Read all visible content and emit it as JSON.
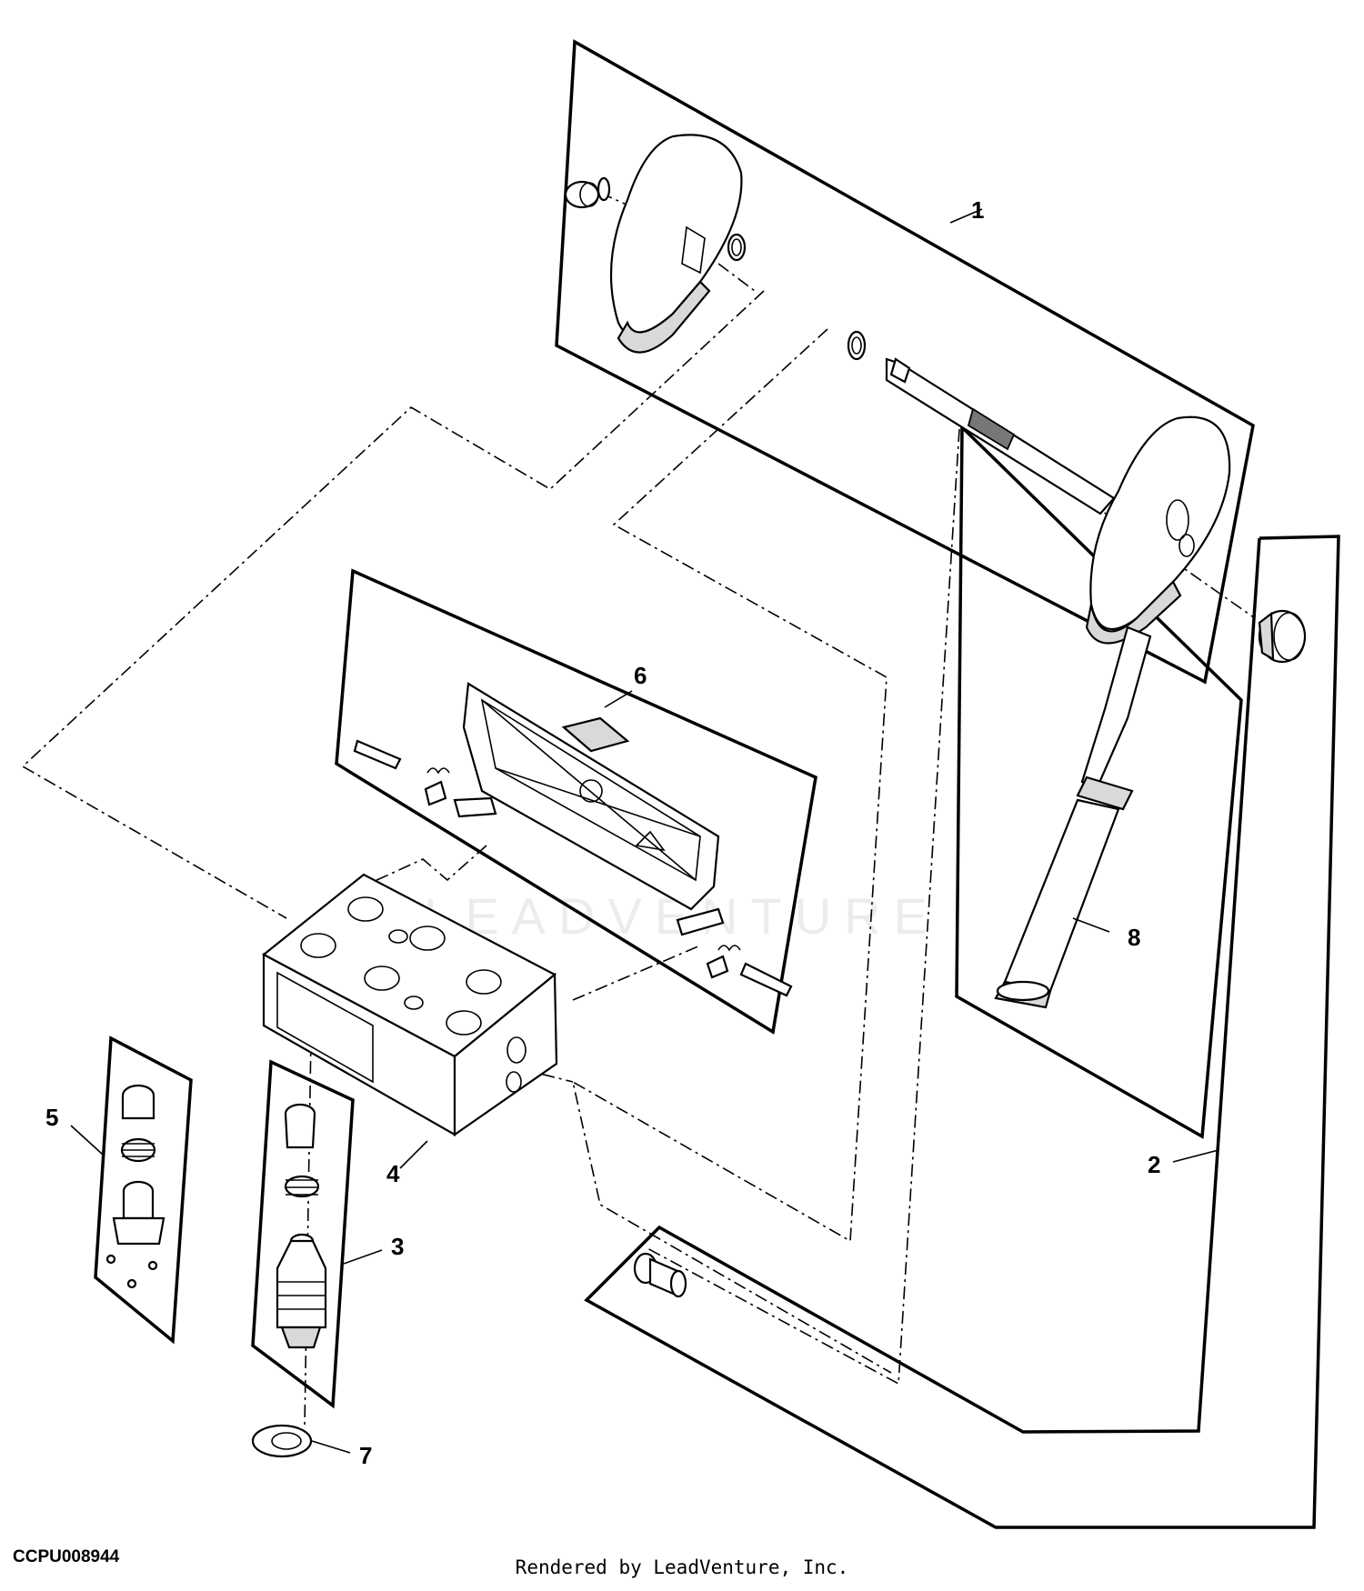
{
  "diagram": {
    "callouts": [
      {
        "id": "1",
        "label": "1"
      },
      {
        "id": "2",
        "label": "2"
      },
      {
        "id": "3",
        "label": "3"
      },
      {
        "id": "4",
        "label": "4"
      },
      {
        "id": "5",
        "label": "5"
      },
      {
        "id": "6",
        "label": "6"
      },
      {
        "id": "7",
        "label": "7"
      },
      {
        "id": "8",
        "label": "8"
      }
    ],
    "document_code": "CCPU008944",
    "watermark": "LEADVENTURE",
    "credit": "Rendered by LeadVenture, Inc."
  }
}
